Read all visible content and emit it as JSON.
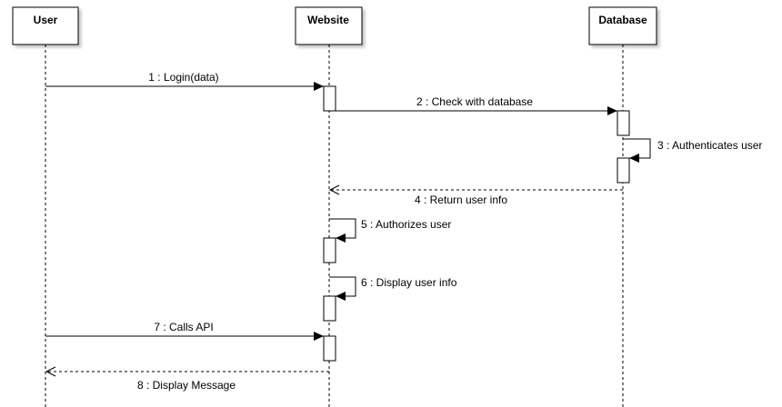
{
  "diagram": {
    "participants": [
      {
        "name": "User"
      },
      {
        "name": "Website"
      },
      {
        "name": "Database"
      }
    ],
    "messages": [
      {
        "number": "1",
        "label": "1 : Login(data)",
        "from": "User",
        "to": "Website",
        "kind": "sync"
      },
      {
        "number": "2",
        "label": "2 : Check with database",
        "from": "Website",
        "to": "Database",
        "kind": "sync"
      },
      {
        "number": "3",
        "label": "3 : Authenticates user",
        "from": "Database",
        "to": "Database",
        "kind": "self"
      },
      {
        "number": "4",
        "label": "4 : Return user info",
        "from": "Database",
        "to": "Website",
        "kind": "return"
      },
      {
        "number": "5",
        "label": "5 : Authorizes user",
        "from": "Website",
        "to": "Website",
        "kind": "self"
      },
      {
        "number": "6",
        "label": "6 : Display user info",
        "from": "Website",
        "to": "Website",
        "kind": "self"
      },
      {
        "number": "7",
        "label": "7 : Calls API",
        "from": "User",
        "to": "Website",
        "kind": "sync"
      },
      {
        "number": "8",
        "label": "8 : Display Message",
        "from": "Website",
        "to": "User",
        "kind": "return"
      }
    ]
  }
}
